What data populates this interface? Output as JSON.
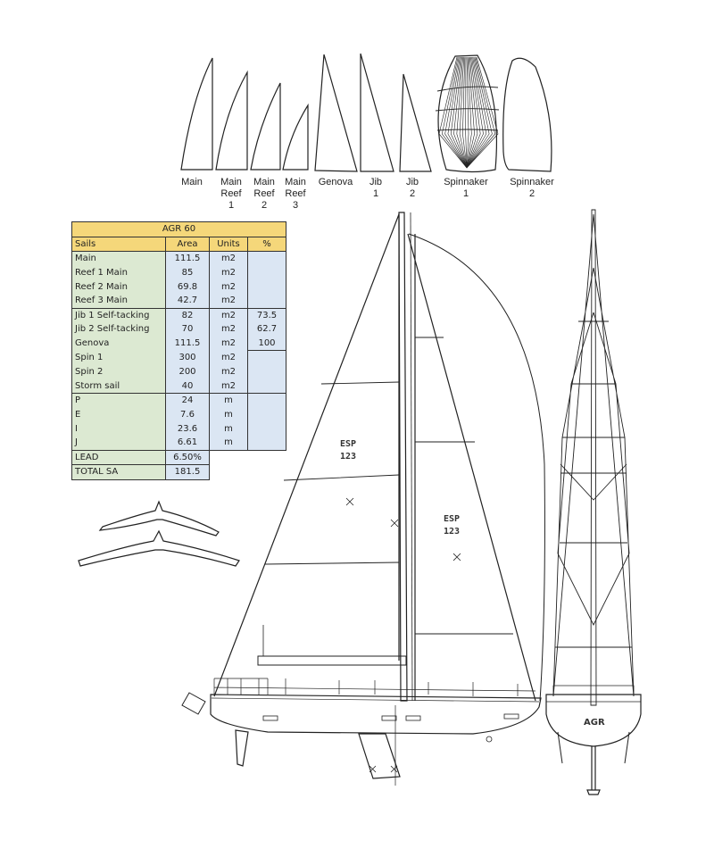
{
  "sail_labels": [
    {
      "lines": [
        "Main"
      ]
    },
    {
      "lines": [
        "Main",
        "Reef",
        "1"
      ]
    },
    {
      "lines": [
        "Main",
        "Reef",
        "2"
      ]
    },
    {
      "lines": [
        "Main",
        "Reef",
        "3"
      ]
    },
    {
      "lines": [
        "Genova"
      ]
    },
    {
      "lines": [
        "Jib",
        "1"
      ]
    },
    {
      "lines": [
        "Jib",
        "2"
      ]
    },
    {
      "lines": [
        "Spinnaker",
        "1"
      ]
    },
    {
      "lines": [
        "Spinnaker",
        "2"
      ]
    }
  ],
  "table": {
    "title": "AGR 60",
    "headers": [
      "Sails",
      "Area",
      "Units",
      "%"
    ],
    "rows": [
      [
        "Main",
        "111.5",
        "m2",
        ""
      ],
      [
        "Reef 1 Main",
        "85",
        "m2",
        ""
      ],
      [
        "Reef 2 Main",
        "69.8",
        "m2",
        ""
      ],
      [
        "Reef 3 Main",
        "42.7",
        "m2",
        ""
      ],
      [
        "Jib 1 Self-tacking",
        "82",
        "m2",
        "73.5"
      ],
      [
        "Jib 2 Self-tacking",
        "70",
        "m2",
        "62.7"
      ],
      [
        "Genova",
        "111.5",
        "m2",
        "100"
      ],
      [
        "Spin 1",
        "300",
        "m2",
        ""
      ],
      [
        "Spin 2",
        "200",
        "m2",
        ""
      ],
      [
        "Storm sail",
        "40",
        "m2",
        ""
      ],
      [
        "P",
        "24",
        "m",
        ""
      ],
      [
        "E",
        "7.6",
        "m",
        ""
      ],
      [
        "I",
        "23.6",
        "m",
        ""
      ],
      [
        "J",
        "6.61",
        "m",
        ""
      ]
    ],
    "lead": [
      "LEAD",
      "6.50%"
    ],
    "total": [
      "TOTAL SA",
      "181.5"
    ]
  },
  "sail_number": {
    "country": "ESP",
    "number": "123"
  },
  "colors": {
    "header": "#f5d77a",
    "name_col": "#dce9d2",
    "value_col": "#dbe6f3",
    "line": "#222222"
  }
}
